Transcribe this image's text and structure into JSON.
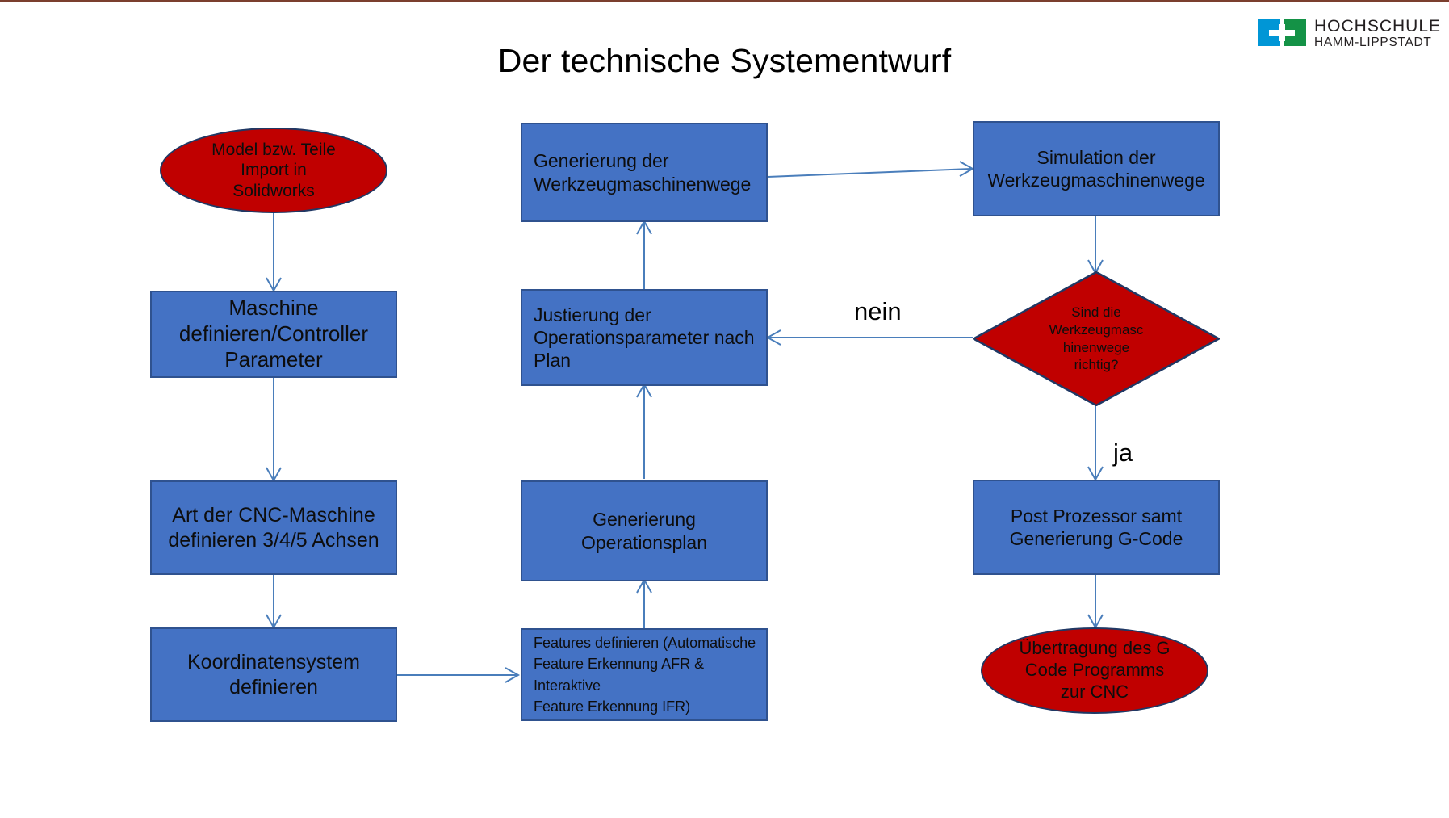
{
  "page": {
    "title": "Der technische Systementwurf",
    "background_color": "#ffffff",
    "top_rule_color": "#7b3f2e"
  },
  "logo": {
    "name": "hochschule-hamm-lippstadt-logo",
    "line1": "HOCHSCHULE",
    "line2": "HAMM-LIPPSTADT",
    "mark_blue": "#0096d6",
    "mark_green": "#149246"
  },
  "palette": {
    "process_fill": "#4472c4",
    "process_border": "#2f528f",
    "terminator_fill": "#c00000",
    "terminator_border": "#203864",
    "decision_fill": "#c00000",
    "decision_border": "#203864",
    "connector": "#4a7ebb",
    "text": "#0d0d0d"
  },
  "chart_data": {
    "type": "diagram",
    "subtype": "flowchart",
    "title": "Der technische Systementwurf",
    "nodes": [
      {
        "id": "n1",
        "shape": "terminator",
        "label": "Model bzw. Teile Import in Solidworks",
        "column": "left",
        "row": 1
      },
      {
        "id": "n2",
        "shape": "process",
        "label": "Maschine definieren/Controller Parameter",
        "column": "left",
        "row": 2
      },
      {
        "id": "n3",
        "shape": "process",
        "label": "Art der CNC-Maschine definieren 3/4/5 Achsen",
        "column": "left",
        "row": 3
      },
      {
        "id": "n4",
        "shape": "process",
        "label": "Koordinatensystem definieren",
        "column": "left",
        "row": 4
      },
      {
        "id": "n5",
        "shape": "process",
        "label": "Features definieren (Automatische Feature Erkennung AFR & Interaktive Feature Erkennung IFR)",
        "column": "middle",
        "row": 4
      },
      {
        "id": "n6",
        "shape": "process",
        "label": "Generierung Operationsplan",
        "column": "middle",
        "row": 3
      },
      {
        "id": "n7",
        "shape": "process",
        "label": "Justierung der Operationsparameter  nach Plan",
        "column": "middle",
        "row": 2
      },
      {
        "id": "n8",
        "shape": "process",
        "label": "Generierung der Werkzeugmaschinenwege",
        "column": "middle",
        "row": 1
      },
      {
        "id": "n9",
        "shape": "process",
        "label": "Simulation der Werkzeugmaschinenwege",
        "column": "right",
        "row": 1
      },
      {
        "id": "n10",
        "shape": "decision",
        "label": "Sind die Werkzeugmasc hinenwege richtig?",
        "column": "right",
        "row": 2
      },
      {
        "id": "n11",
        "shape": "process",
        "label": "Post Prozessor samt Generierung G-Code",
        "column": "right",
        "row": 3
      },
      {
        "id": "n12",
        "shape": "terminator",
        "label": "Übertragung des G Code Programms zur CNC",
        "column": "right",
        "row": 4
      }
    ],
    "edges": [
      {
        "from": "n1",
        "to": "n2",
        "label": ""
      },
      {
        "from": "n2",
        "to": "n3",
        "label": ""
      },
      {
        "from": "n3",
        "to": "n4",
        "label": ""
      },
      {
        "from": "n4",
        "to": "n5",
        "label": ""
      },
      {
        "from": "n5",
        "to": "n6",
        "label": ""
      },
      {
        "from": "n6",
        "to": "n7",
        "label": ""
      },
      {
        "from": "n7",
        "to": "n8",
        "label": ""
      },
      {
        "from": "n8",
        "to": "n9",
        "label": ""
      },
      {
        "from": "n9",
        "to": "n10",
        "label": ""
      },
      {
        "from": "n10",
        "to": "n7",
        "label": "nein"
      },
      {
        "from": "n10",
        "to": "n11",
        "label": "ja"
      },
      {
        "from": "n11",
        "to": "n12",
        "label": ""
      }
    ]
  },
  "nodes": {
    "model_import": {
      "label": "Model bzw. Teile\nImport in\nSolidworks"
    },
    "maschine_definieren": {
      "label": "Maschine\ndefinieren/Controller\nParameter"
    },
    "art_cnc": {
      "label": "Art der CNC-Maschine\ndefinieren 3/4/5 Achsen"
    },
    "koordinatensystem": {
      "label": "Koordinatensystem\ndefinieren"
    },
    "features_definieren": {
      "label": "Features definieren (Automatische\nFeature Erkennung AFR & Interaktive\nFeature Erkennung IFR)"
    },
    "generierung_operationsplan": {
      "label": "Generierung\nOperationsplan"
    },
    "justierung": {
      "label": "Justierung der\nOperationsparameter  nach\nPlan"
    },
    "generierung_wege": {
      "label": "Generierung der\nWerkzeugmaschinenwege"
    },
    "simulation_wege": {
      "label": "Simulation der\nWerkzeugmaschinenwege"
    },
    "entscheidung": {
      "label": "Sind die\nWerkzeugmasc\nhinenwege\nrichtig?"
    },
    "post_prozessor": {
      "label": "Post Prozessor samt\nGenerierung G-Code"
    },
    "uebertragung": {
      "label": "Übertragung des G\nCode Programms\nzur CNC"
    }
  },
  "edge_labels": {
    "nein": "nein",
    "ja": "ja"
  }
}
